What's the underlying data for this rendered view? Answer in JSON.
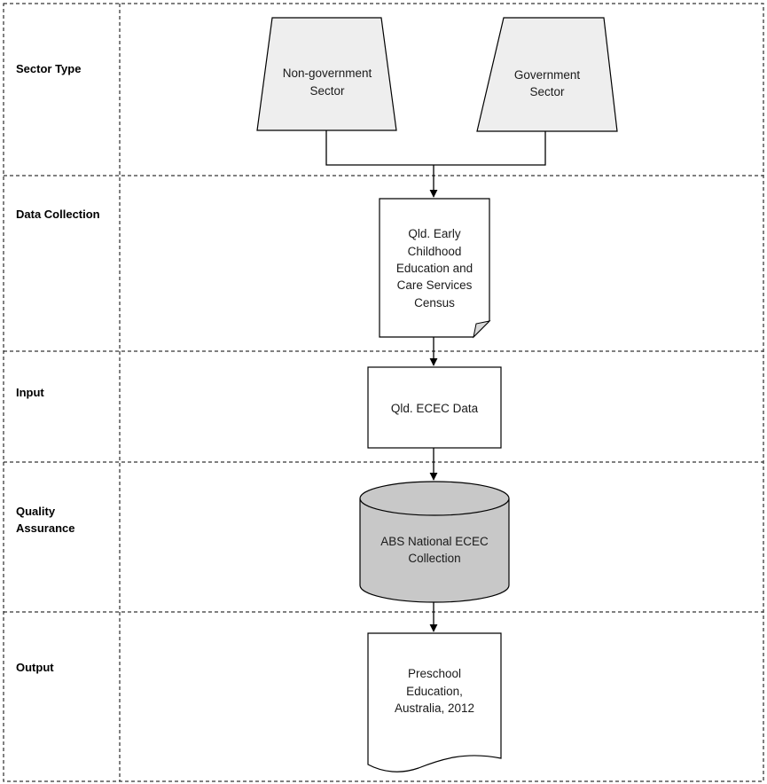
{
  "rows": {
    "sector_type": "Sector Type",
    "data_collection": "Data Collection",
    "input": "Input",
    "quality_assurance": [
      "Quality",
      "Assurance"
    ],
    "output": "Output"
  },
  "nodes": {
    "non_government": [
      "Non-government",
      "Sector"
    ],
    "government": [
      "Government",
      "Sector"
    ],
    "census": [
      "Qld. Early",
      "Childhood",
      "Education and",
      "Care Services",
      "Census"
    ],
    "ecec_data": [
      "Qld. ECEC Data"
    ],
    "abs_collection": [
      "ABS National ECEC",
      "Collection"
    ],
    "output_doc": [
      "Preschool",
      "Education,",
      "Australia, 2012"
    ]
  },
  "colors": {
    "trapezoid_fill": "#eeeeee",
    "cylinder_fill": "#c8c8c8",
    "box_fill": "#ffffff",
    "line": "#000000"
  }
}
